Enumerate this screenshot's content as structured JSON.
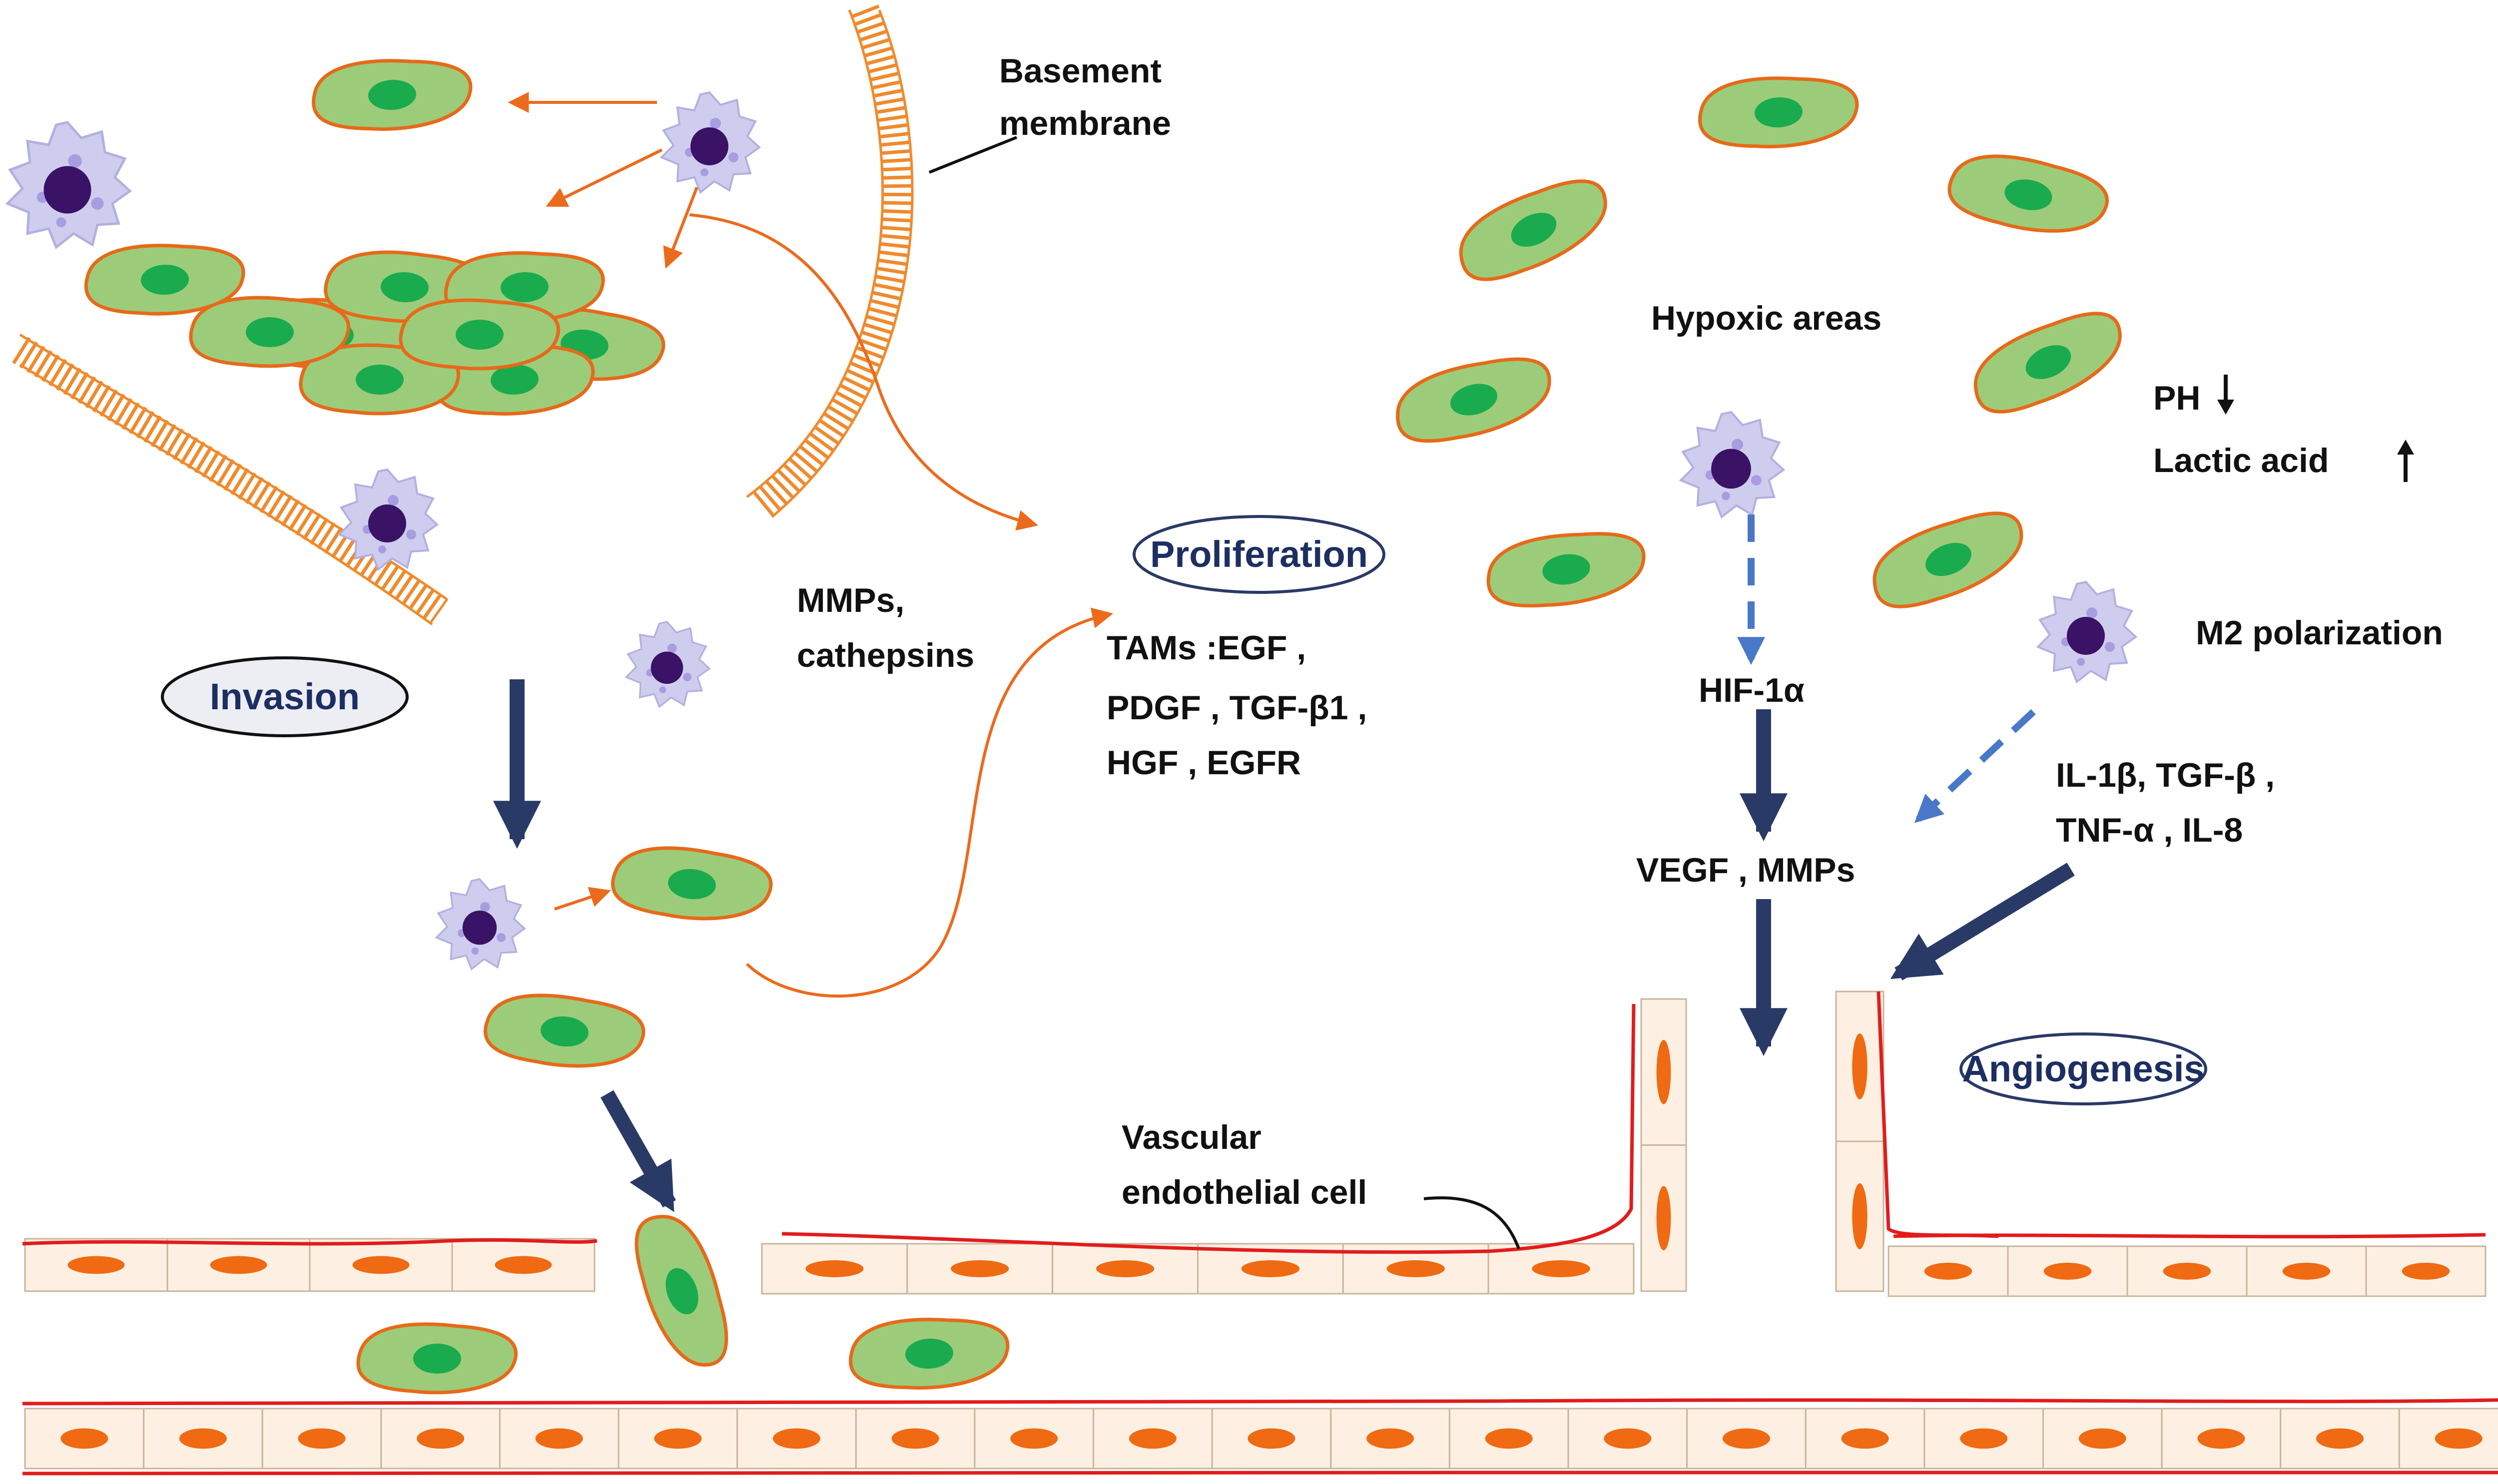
{
  "labels": {
    "basement_membrane": [
      "Basement",
      "membrane"
    ],
    "hypoxic_areas": "Hypoxic areas",
    "ph": "PH",
    "lactic_acid": "Lactic acid",
    "m2_polarization": "M2 polarization",
    "mmps_cathepsins": [
      "MMPs,",
      "cathepsins"
    ],
    "tams_factors": [
      "TAMs :EGF ,",
      "PDGF ,  TGF-β1 ,",
      "HGF ,  EGFR"
    ],
    "hif": "HIF-1α",
    "vegf_mmps": "VEGF ,  MMPs",
    "cytokines": [
      "IL-1β,   TGF-β ,",
      "TNF-α ,  IL-8"
    ],
    "vascular_endothelial_cell": [
      "Vascular",
      "endothelial cell"
    ]
  },
  "processes": {
    "invasion": "Invasion",
    "proliferation": "Proliferation",
    "angiogenesis": "Angiogenesis"
  },
  "colors": {
    "tumor_cell_fill": "#9ccc7a",
    "tumor_cell_outline": "#e66a1a",
    "tumor_nucleus": "#1aab4e",
    "macrophage_fill": "#cfcdee",
    "macrophage_nucleus": "#3a1266",
    "membrane": "#f08a2c",
    "vessel_line": "#e21c1c",
    "endothelial_fill": "#fdf0e3",
    "endothelial_nucleus": "#ef6a12",
    "arrow_dark": "#2a3a66",
    "arrow_dashed": "#4a78c8",
    "arrow_orange": "#ec6a1c",
    "pill_outline": "#2a3a66",
    "pill_fill": "#eceef4"
  },
  "icons": {
    "ph_arrow": "arrow-down-icon",
    "lactic_arrow": "arrow-up-icon"
  }
}
